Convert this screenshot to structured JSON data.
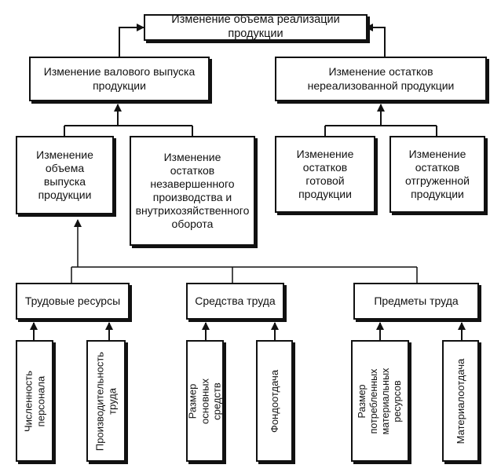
{
  "diagram": {
    "root": "Изменение объема реализации продукции",
    "gross_output": "Изменение валового выпуска\nпродукции",
    "unsold_remains": "Изменение остатков\nнереализованной продукции",
    "output_volume": "Изменение\nобъема\nвыпуска\nпродукции",
    "wip_remains": "Изменение\nостатков\nнезавершенного\nпроизводства и\nвнутрихозяйственного\nоборота",
    "finished_remains": "Изменение\nостатков\nготовой\nпродукции",
    "shipped_remains": "Изменение\nостатков\nотгруженной\nпродукции",
    "labor_resources": "Трудовые ресурсы",
    "labor_means": "Средства труда",
    "labor_objects": "Предметы труда",
    "headcount": "Численность\nперсонала",
    "productivity": "Производительность\nтруда",
    "fixed_assets": "Размер основных\nсредств",
    "capital_productivity": "Фондоотдача",
    "materials_size": "Размер\nпотребленных\nматериальных\nресурсов",
    "material_efficiency": "Материалоотдача"
  }
}
